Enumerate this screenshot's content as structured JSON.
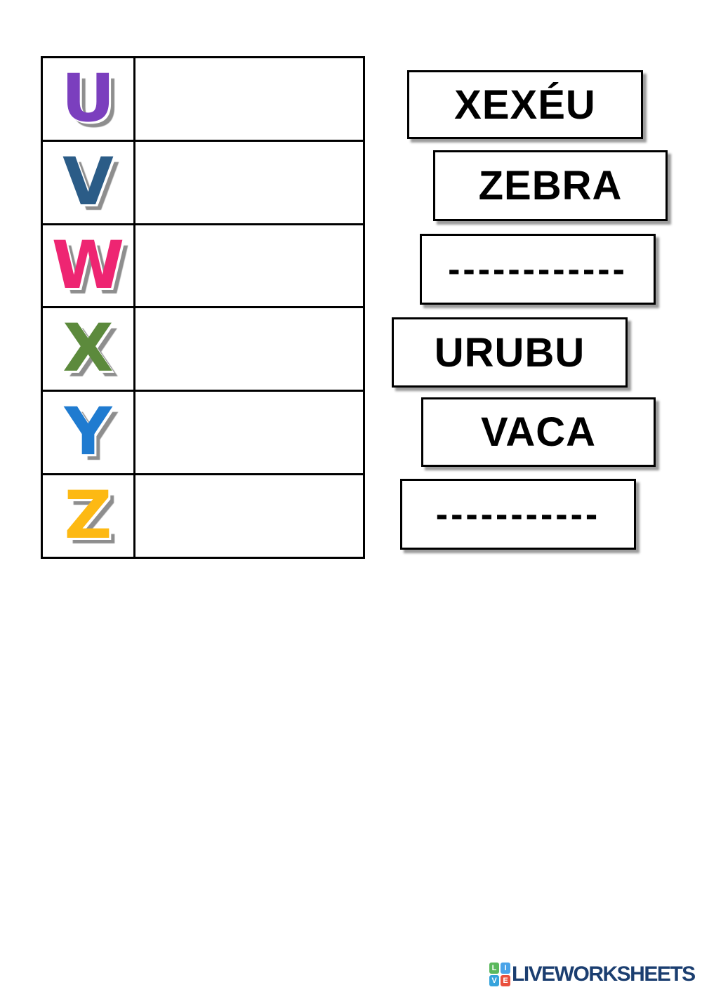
{
  "table": {
    "rows": [
      {
        "letter": "U",
        "color": "#7B3FBE"
      },
      {
        "letter": "V",
        "color": "#2B5C87"
      },
      {
        "letter": "W",
        "color": "#EE2572"
      },
      {
        "letter": "X",
        "color": "#5C8A3C"
      },
      {
        "letter": "Y",
        "color": "#1F7BD0"
      },
      {
        "letter": "Z",
        "color": "#FDB913"
      }
    ]
  },
  "word_cards": [
    {
      "label": "XEXÉU"
    },
    {
      "label": "ZEBRA"
    },
    {
      "label": "------------"
    },
    {
      "label": "URUBU"
    },
    {
      "label": "VACA"
    },
    {
      "label": "-----------"
    }
  ],
  "footer": {
    "logo_text": "LIVEWORKSHEETS",
    "logo_color": "#1B3E70",
    "icon_cells": [
      {
        "letter": "L",
        "bg": "#5BB85D"
      },
      {
        "letter": "I",
        "bg": "#4AA3E8"
      },
      {
        "letter": "V",
        "bg": "#35A3DC"
      },
      {
        "letter": "E",
        "bg": "#E94F3D"
      }
    ]
  }
}
